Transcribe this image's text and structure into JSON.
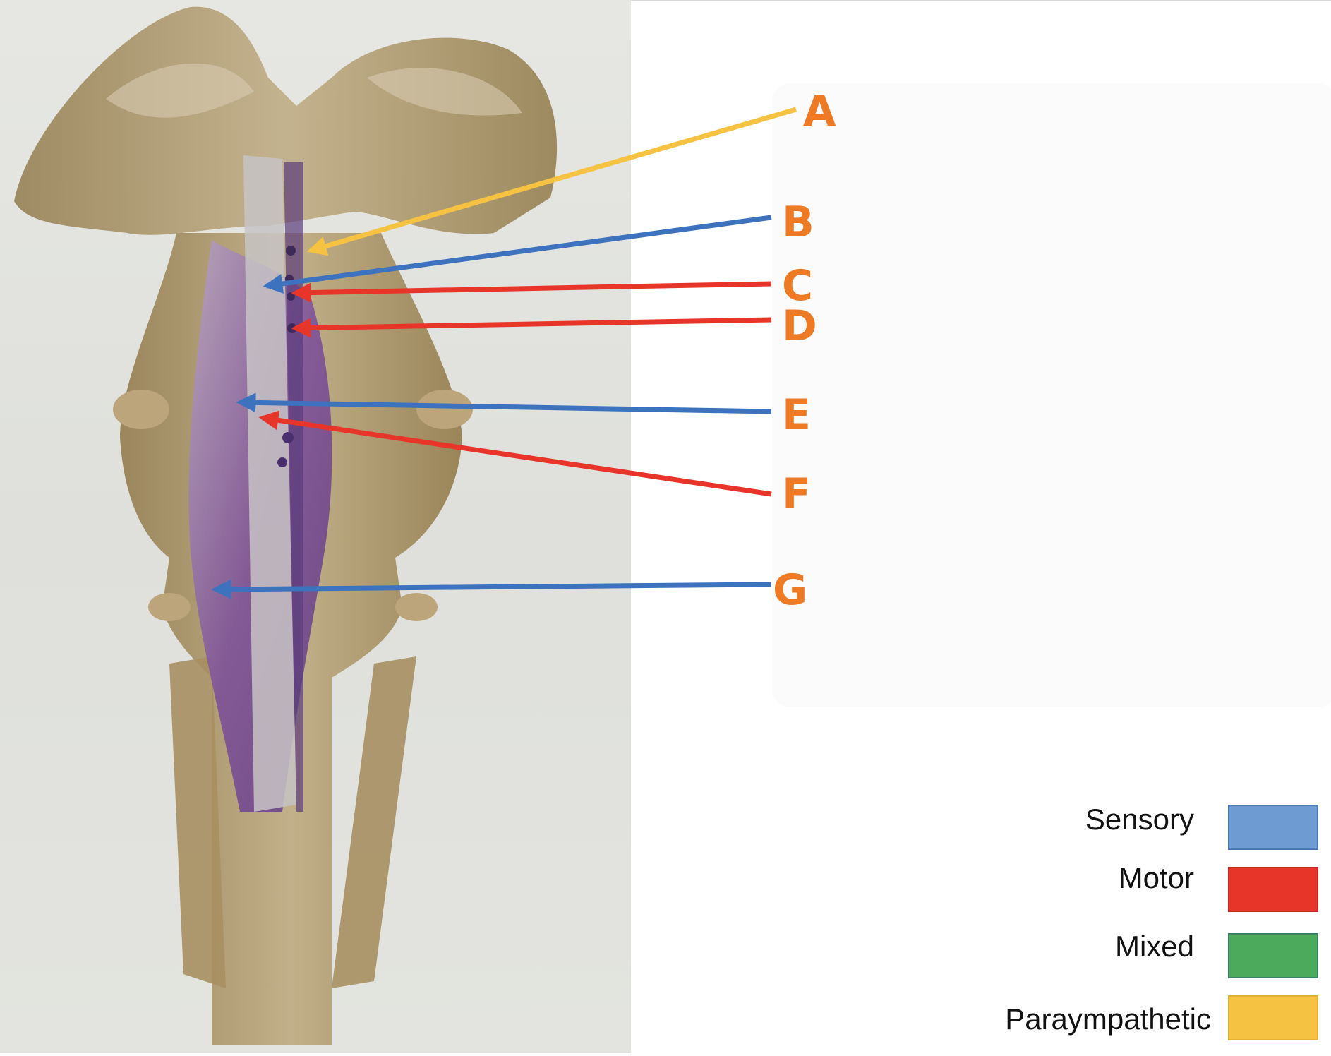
{
  "callouts": [
    {
      "letter": "A",
      "color": "#f5c242",
      "type": "Paraympathetic"
    },
    {
      "letter": "B",
      "color": "#3c72be",
      "type": "Sensory"
    },
    {
      "letter": "C",
      "color": "#e8352a",
      "type": "Motor"
    },
    {
      "letter": "D",
      "color": "#e8352a",
      "type": "Motor"
    },
    {
      "letter": "E",
      "color": "#3c72be",
      "type": "Sensory"
    },
    {
      "letter": "F",
      "color": "#e8352a",
      "type": "Motor"
    },
    {
      "letter": "G",
      "color": "#3c72be",
      "type": "Sensory"
    }
  ],
  "letter_color": "#ef7a24",
  "legend": [
    {
      "label": "Sensory",
      "fill": "#6f9bd3",
      "border": "#4a77b0"
    },
    {
      "label": "Motor",
      "fill": "#e8352a",
      "border": "#c42a21"
    },
    {
      "label": "Mixed",
      "fill": "#4caa5c",
      "border": "#3a7f66"
    },
    {
      "label": "Paraympathetic",
      "fill": "#f5c242",
      "border": "#e0b133"
    }
  ]
}
